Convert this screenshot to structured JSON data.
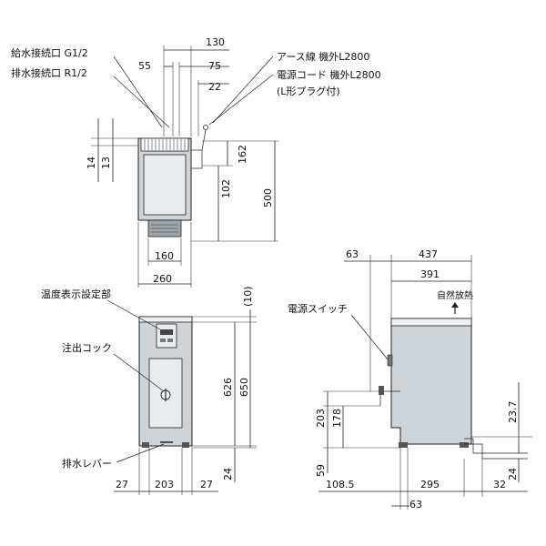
{
  "labels": {
    "water_inlet": "給水接続口 G1/2",
    "drain_outlet": "排水接続口 R1/2",
    "earth_wire": "アース線 機外L2800",
    "power_cord": "電源コード 機外L2800",
    "plug_note": "(L形プラグ付)",
    "temp_setting": "温度表示設定部",
    "spout_cock": "注出コック",
    "drain_lever": "排水レバー",
    "power_switch": "電源スイッチ",
    "natural_heat": "自然放熱"
  },
  "dims_top": {
    "d130": "130",
    "d55": "55",
    "d75": "75",
    "d22": "22",
    "d14": "14",
    "d13": "13",
    "d162": "162",
    "d102": "102",
    "d500": "500",
    "d160": "160",
    "d260": "260"
  },
  "dims_front": {
    "d10": "(10)",
    "d626": "626",
    "d650": "650",
    "d24": "24",
    "d27a": "27",
    "d203": "203",
    "d27b": "27"
  },
  "dims_side": {
    "d63top": "63",
    "d437": "437",
    "d391": "391",
    "d203": "203",
    "d178": "178",
    "d23_7": "23.7",
    "d59": "59",
    "d24": "24",
    "d108_5": "108.5",
    "d295": "295",
    "d32": "32",
    "d63bottom": "63"
  }
}
